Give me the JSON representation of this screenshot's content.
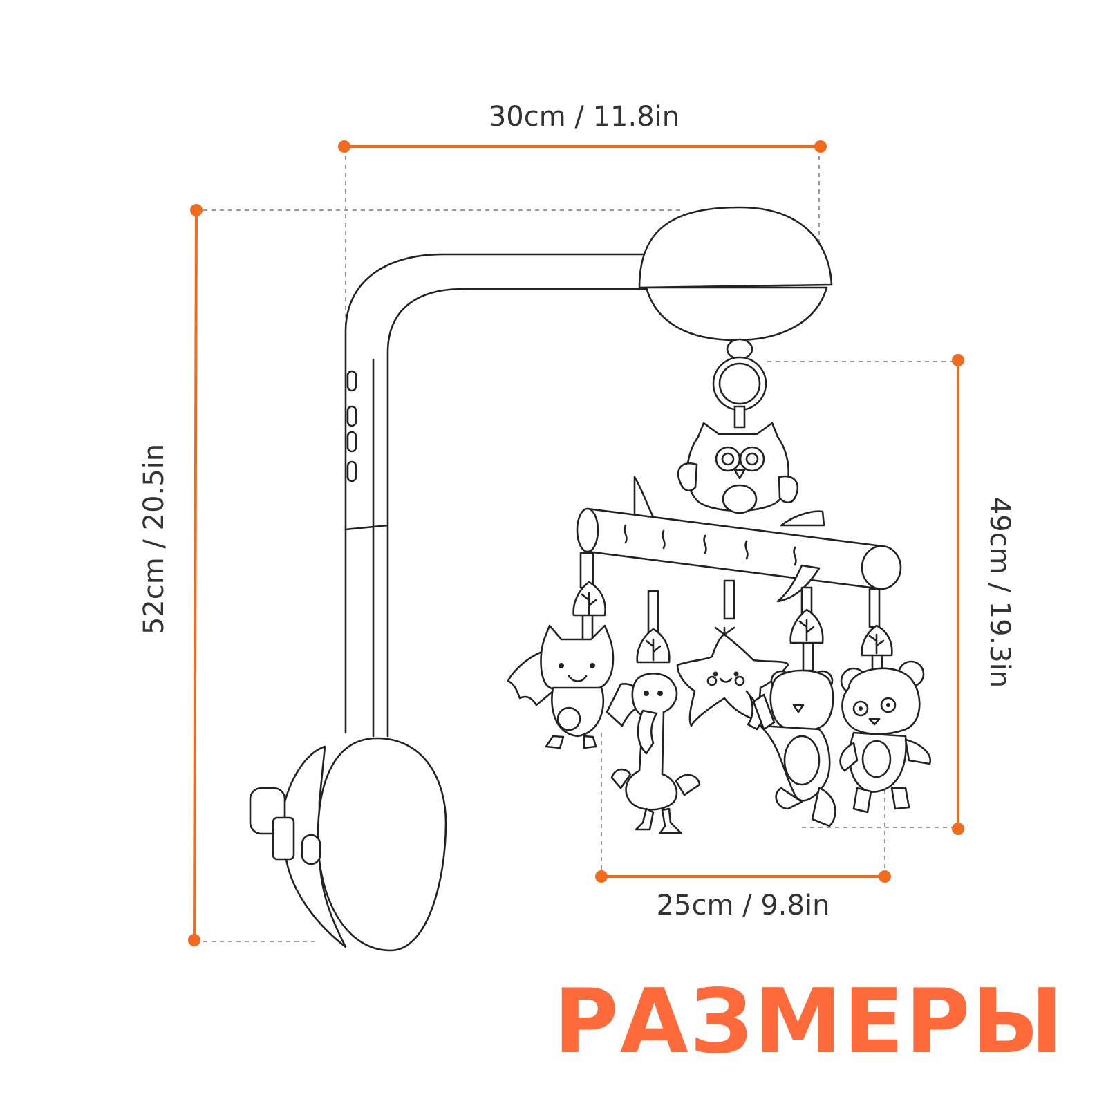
{
  "title": "РАЗМЕРЫ",
  "colors": {
    "accent": "#f26b1d",
    "title": "#ff6a3a",
    "line": "#222222",
    "guide": "#9a9a9a"
  },
  "dimensions": {
    "width_top": "30cm / 11.8in",
    "height_total": "52cm / 20.5in",
    "height_toys": "49cm / 19.3in",
    "width_toys": "25cm / 9.8in"
  }
}
